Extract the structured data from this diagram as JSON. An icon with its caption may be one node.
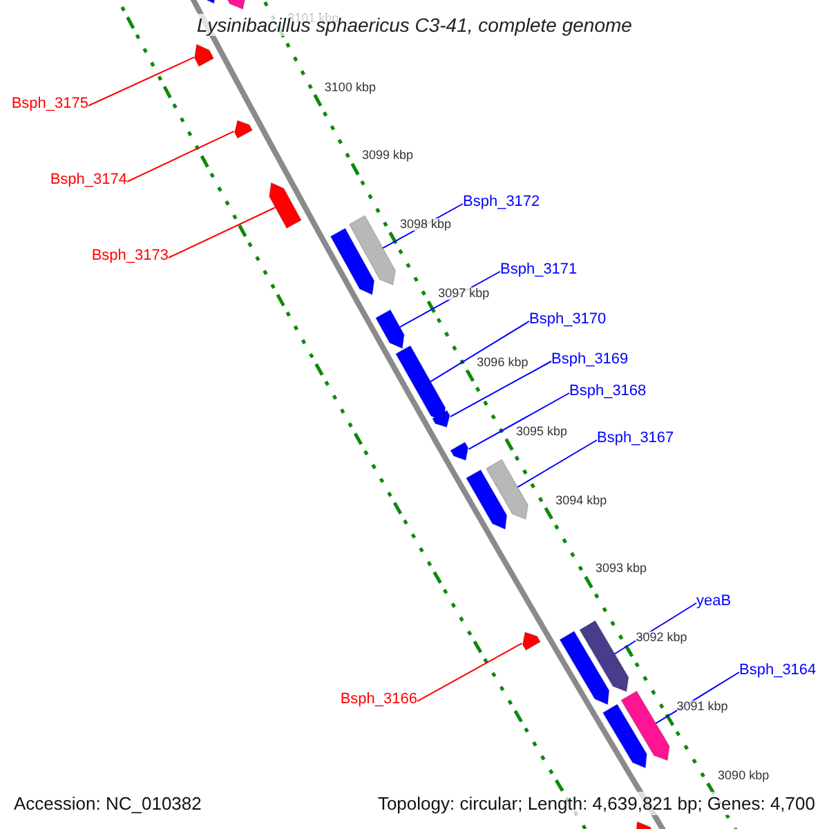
{
  "diagram": {
    "title": "Lysinibacillus sphaericus C3-41, complete genome",
    "nodes": [
      {
        "text": [
          "Bsph_3175"
        ]
      },
      {
        "text": [
          "Bsph_3174"
        ]
      },
      {
        "text": [
          "Bsph_3172"
        ]
      },
      {
        "text": [
          "Bsph_3173"
        ]
      },
      {
        "text": [
          "Bsph_3171"
        ]
      },
      {
        "text": [
          "Bsph_3170"
        ]
      },
      {
        "text": [
          "Bsph_3169"
        ]
      },
      {
        "text": [
          "Bsph_3168"
        ]
      },
      {
        "text": [
          "Bsph_3167"
        ]
      },
      {
        "text": [
          "yeaB"
        ]
      },
      {
        "text": [
          "Bsph_3164"
        ]
      },
      {
        "text": [
          "Bsph_3166"
        ]
      },
      {
        "text": [],
        "shape": "arrow"
      },
      {
        "text": [],
        "shape": "arrow"
      },
      {
        "text": [],
        "shape": "arrow"
      },
      {
        "text": [],
        "shape": "arrow"
      },
      {
        "text": [],
        "shape": "arrow"
      },
      {
        "text": [],
        "shape": "arrow"
      },
      {
        "text": [],
        "shape": "arrow"
      },
      {
        "text": [],
        "shape": "arrow"
      },
      {
        "text": [],
        "shape": "arrow"
      },
      {
        "text": [],
        "shape": "arrow"
      },
      {
        "text": [],
        "shape": "arrow"
      },
      {
        "text": [],
        "shape": "arrow"
      },
      {
        "text": [],
        "shape": "arrow"
      },
      {
        "text": [],
        "shape": "arrow"
      },
      {
        "text": [],
        "shape": "arrow"
      },
      {
        "text": [],
        "shape": "arrow"
      },
      {
        "text": [],
        "shape": "arrow"
      },
      {
        "text": [],
        "shape": "arrow"
      },
      {
        "text": [],
        "shape": "arrow"
      }
    ],
    "edges": [
      {
        "from": 0,
        "to": 14,
        "arrow": "none",
        "color": "#ff0000"
      },
      {
        "from": 1,
        "to": 15,
        "arrow": "none",
        "color": "#ff0000"
      },
      {
        "from": 2,
        "to": 18,
        "arrow": "none"
      },
      {
        "from": 3,
        "to": 16,
        "arrow": "none",
        "color": "#ff0000"
      },
      {
        "from": 4,
        "to": 19,
        "arrow": "none"
      },
      {
        "from": 5,
        "to": 20,
        "arrow": "none"
      },
      {
        "from": 6,
        "to": 21,
        "arrow": "none"
      },
      {
        "from": 7,
        "to": 22,
        "arrow": "none"
      },
      {
        "from": 8,
        "to": 24,
        "arrow": "none"
      },
      {
        "from": 9,
        "to": 27,
        "arrow": "none"
      },
      {
        "from": 10,
        "to": 29,
        "arrow": "none"
      },
      {
        "from": 11,
        "to": 25,
        "arrow": "none",
        "color": "#ff0000"
      }
    ],
    "labels": [
      "3101 kbp",
      "3100 kbp",
      "3099 kbp",
      "3098 kbp",
      "3097 kbp",
      "3096 kbp",
      "3095 kbp",
      "3094 kbp",
      "3093 kbp",
      "3092 kbp",
      "3091 kbp",
      "3090 kbp",
      "Accession: NC_010382",
      "Topology: circular; Length: 4,639,821 bp; Genes: 4,700"
    ]
  }
}
